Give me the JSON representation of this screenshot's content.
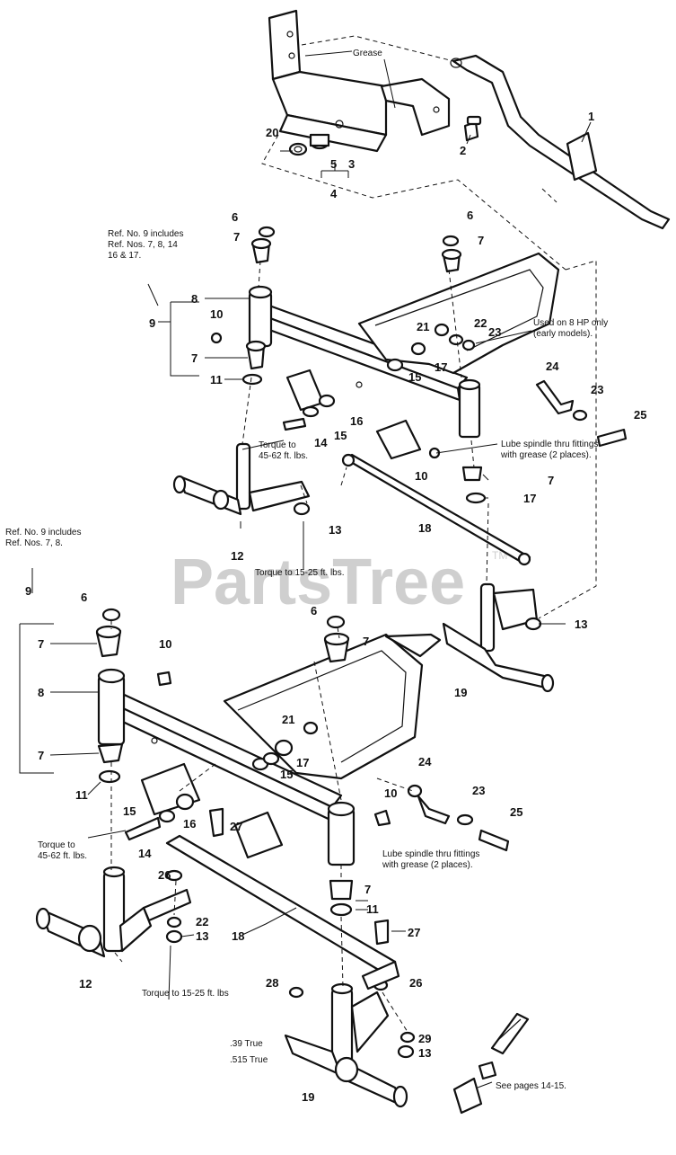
{
  "watermark": {
    "text": "PartsTree",
    "tm": "TM"
  },
  "notes": {
    "grease": "Grease",
    "ref9_upper": [
      "Ref. No. 9 includes",
      "Ref. Nos. 7, 8, 14",
      "16 & 17."
    ],
    "ref9_lower": [
      "Ref. No. 9 includes",
      "Ref. Nos. 7, 8."
    ],
    "used_on_8hp": [
      "Used on 8 HP only",
      "(early models)."
    ],
    "lube_upper": [
      "Lube spindle thru fittings",
      "with grease (2 places)."
    ],
    "lube_lower": [
      "Lube spindle thru fittings",
      "with grease (2 places)."
    ],
    "torque_45_upper": [
      "Torque to",
      "45-62 ft. lbs."
    ],
    "torque_45_lower": [
      "Torque to",
      "45-62 ft. lbs."
    ],
    "torque_15_upper": "Torque to 15-25 ft. lbs.",
    "torque_15_lower": "Torque to 15-25 ft. lbs",
    "true_39": ".39 True",
    "true_515": ".515 True",
    "see_pages": "See pages 14-15."
  },
  "callouts": {
    "c1": "1",
    "c2": "2",
    "c3": "3",
    "c4": "4",
    "c5": "5",
    "c20": "20",
    "u6a": "6",
    "u6b": "6",
    "u7a": "7",
    "u7b": "7",
    "u7c": "7",
    "u7d": "7",
    "u8": "8",
    "u9": "9",
    "u10a": "10",
    "u10b": "10",
    "u11": "11",
    "u12": "12",
    "u13a": "13",
    "u13b": "13",
    "u14": "14",
    "u15a": "15",
    "u15b": "15",
    "u16": "16",
    "u17a": "17",
    "u17b": "17",
    "u18": "18",
    "u19": "19",
    "u21": "21",
    "u22": "22",
    "u23a": "23",
    "u23b": "23",
    "u24": "24",
    "u25": "25",
    "l6a": "6",
    "l6b": "6",
    "l7a": "7",
    "l7b": "7",
    "l7c": "7",
    "l7d": "7",
    "l8": "8",
    "l9": "9",
    "l10a": "10",
    "l10b": "10",
    "l11a": "11",
    "l11b": "11",
    "l12": "12",
    "l13": "13",
    "l14": "14",
    "l15a": "15",
    "l15b": "15",
    "l16": "16",
    "l17": "17",
    "l18": "18",
    "l19": "19",
    "l21": "21",
    "l22": "22",
    "l23": "23",
    "l24": "24",
    "l25": "25",
    "l26a": "26",
    "l26b": "26",
    "l27a": "27",
    "l27b": "27",
    "l28": "28",
    "l29": "29",
    "l13b": "13"
  }
}
